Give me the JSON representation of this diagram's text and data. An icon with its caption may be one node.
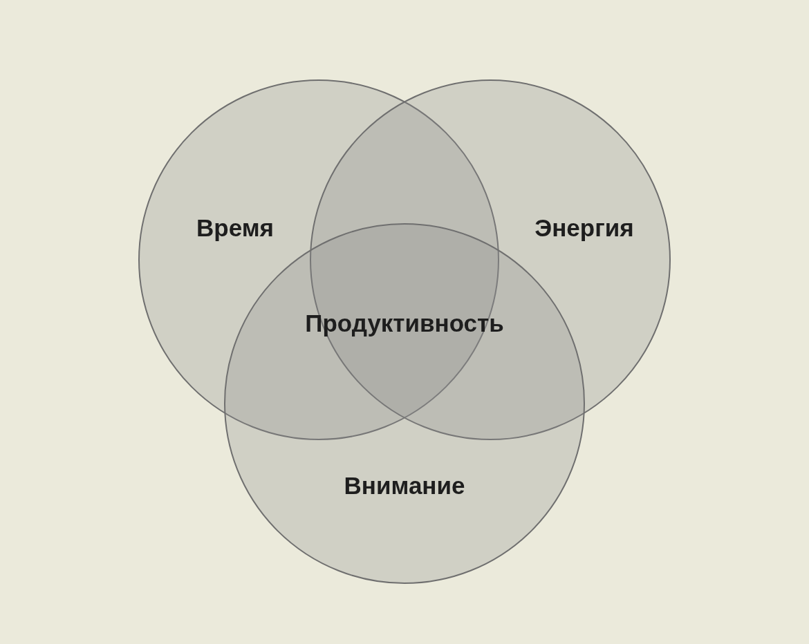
{
  "diagram": {
    "nodes": [
      {
        "text": [
          "Время"
        ]
      },
      {
        "text": [
          "Энергия"
        ]
      },
      {
        "text": [
          "Внимание"
        ]
      }
    ],
    "labels": [
      "Продуктивность"
    ]
  }
}
